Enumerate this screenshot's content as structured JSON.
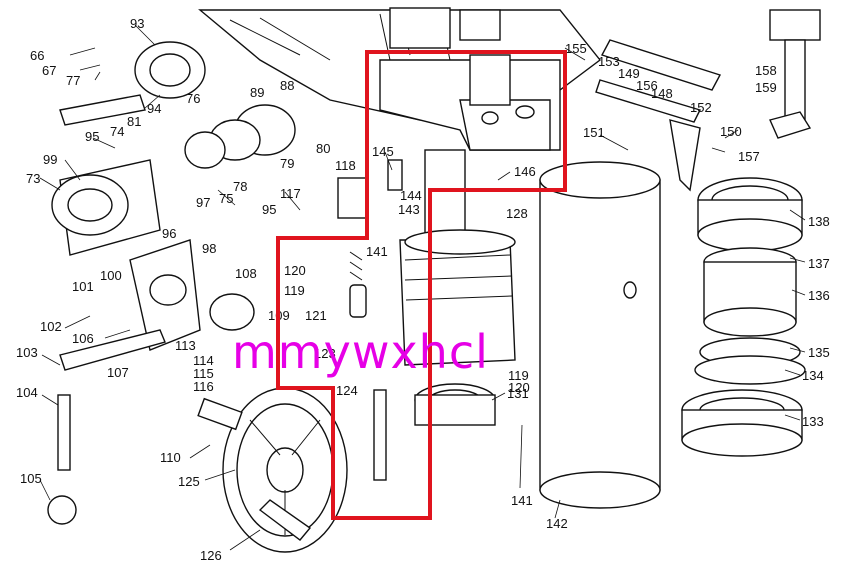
{
  "watermark": {
    "text": "mmywxhcl",
    "color": "#e600e6"
  },
  "highlight": {
    "color": "#e0141e"
  },
  "labels": [
    "66",
    "67",
    "77",
    "93",
    "94",
    "76",
    "81",
    "74",
    "95",
    "99",
    "73",
    "88",
    "89",
    "79",
    "80",
    "78",
    "75",
    "97",
    "95",
    "117",
    "118",
    "145",
    "144",
    "143",
    "141",
    "96",
    "98",
    "108",
    "120",
    "119",
    "121",
    "109",
    "100",
    "101",
    "102",
    "106",
    "113",
    "114",
    "115",
    "116",
    "107",
    "103",
    "104",
    "105",
    "110",
    "125",
    "126",
    "123",
    "124",
    "131",
    "141",
    "142",
    "128",
    "146",
    "155",
    "153",
    "149",
    "156",
    "148",
    "152",
    "150",
    "157",
    "158",
    "159",
    "151",
    "138",
    "137",
    "136",
    "135",
    "134",
    "133",
    "119",
    "120"
  ]
}
